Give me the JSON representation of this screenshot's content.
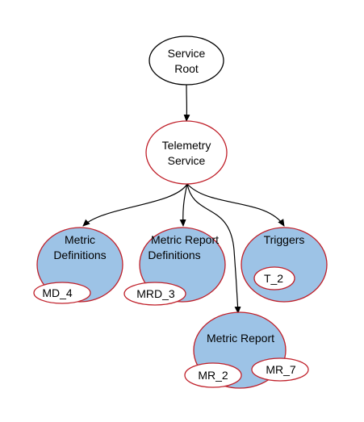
{
  "colors": {
    "root_border": "#000000",
    "service_border": "#c0202a",
    "collection_fill": "#9dc3e6",
    "collection_border": "#c0202a",
    "member_border": "#c0202a",
    "edge": "#000000"
  },
  "nodes": {
    "service_root": {
      "line1": "Service",
      "line2": "Root"
    },
    "telemetry_service": {
      "line1": "Telemetry",
      "line2": "Service"
    },
    "metric_definitions": {
      "line1": "Metric",
      "line2": "Definitions",
      "member": "MD_4"
    },
    "metric_report_definitions": {
      "line1": "Metric Report",
      "line2": "Definitions",
      "member": "MRD_3"
    },
    "triggers": {
      "line1": "Triggers",
      "member": "T_2"
    },
    "metric_report": {
      "line1": "Metric Report",
      "member_a": "MR_2",
      "member_b": "MR_7"
    }
  }
}
